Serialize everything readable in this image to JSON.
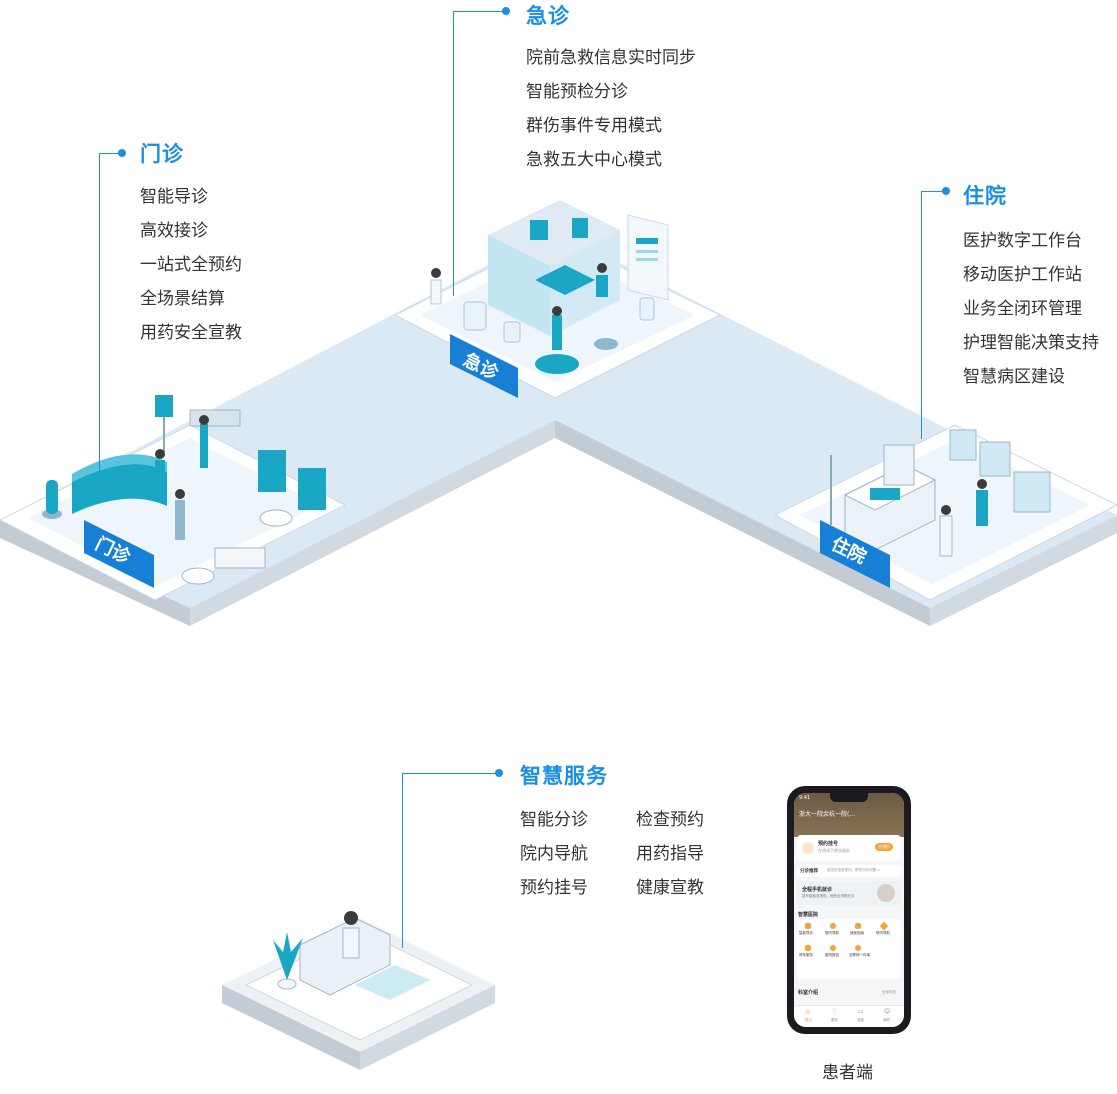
{
  "emergency": {
    "title": "急诊",
    "badge": "急诊",
    "items": [
      "院前急救信息实时同步",
      "智能预检分诊",
      "群伤事件专用模式",
      "急救五大中心模式"
    ]
  },
  "outpatient": {
    "title": "门诊",
    "badge": "门诊",
    "items": [
      "智能导诊",
      "高效接诊",
      "一站式全预约",
      "全场景结算",
      "用药安全宣教"
    ]
  },
  "inpatient": {
    "title": "住院",
    "badge": "住院",
    "items": [
      "医护数字工作台",
      "移动医护工作站",
      "业务全闭环管理",
      "护理智能决策支持",
      "智慧病区建设"
    ]
  },
  "smart_service": {
    "title": "智慧服务",
    "col1": [
      "智能分诊",
      "院内导航",
      "预约挂号"
    ],
    "col2": [
      "检查预约",
      "用药指导",
      "健康宣教"
    ]
  },
  "phone": {
    "caption": "患者端",
    "time": "9:41",
    "hospital": "浙大一院余杭一院(...",
    "appointment_title": "预约挂号",
    "appointment_sub": "在线线下就诊服务",
    "appointment_btn": "去预约",
    "triage_label": "分诊推荐",
    "triage_text": "用您的语音提问，帮您分析问题 >",
    "banner_title": "全程手机就诊",
    "banner_sub": "挂号缴费查报告，就医全流程在手",
    "section_title": "智慧医院",
    "grid": [
      "智能导诊",
      "院内导航",
      "就医指南",
      "院内导航",
      "停车服务",
      "医院报告",
      "互联网一件事"
    ],
    "dept_title": "科室介绍",
    "dept_more": "全部科室",
    "tabs": [
      "首页",
      "服务",
      "消息",
      "我的"
    ]
  },
  "colors": {
    "accent": "#1a8fe3",
    "floor": "#dbe9f4",
    "floor_side": "#c3ccd4",
    "teal": "#1aa7c6"
  }
}
